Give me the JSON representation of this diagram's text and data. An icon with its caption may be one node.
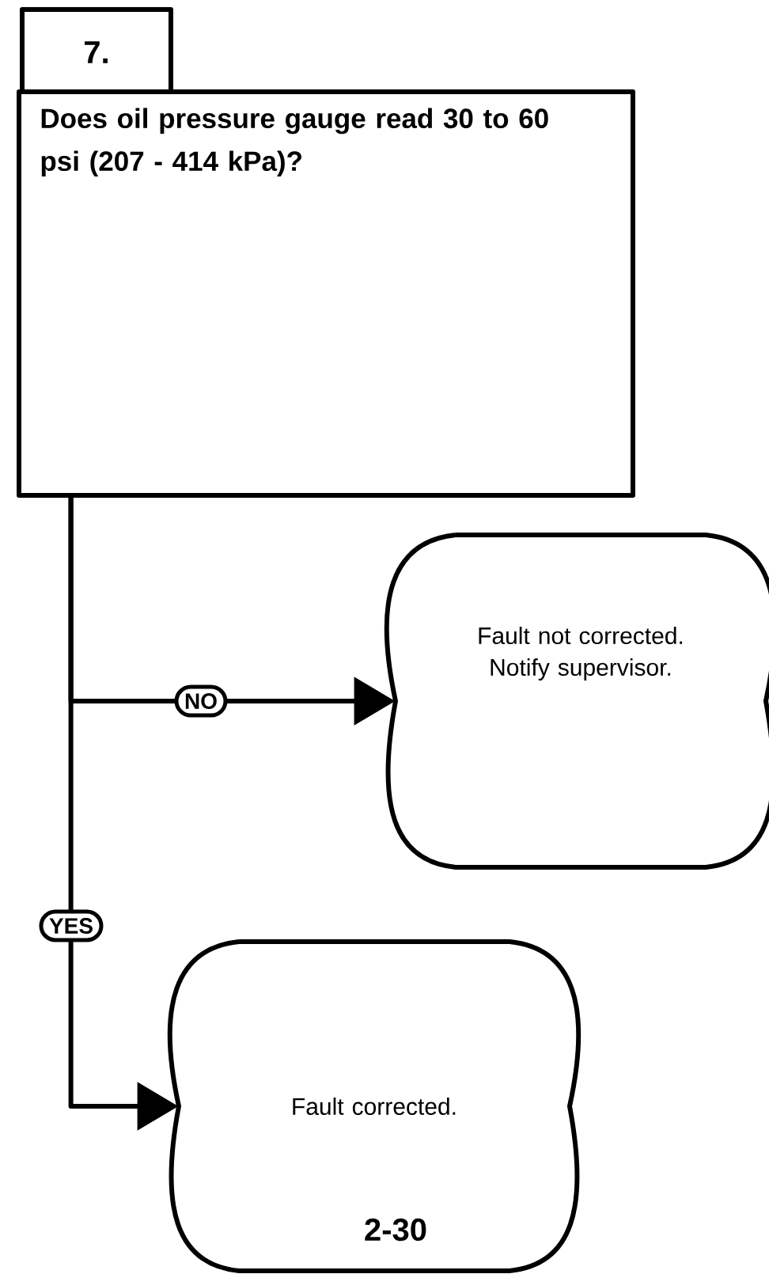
{
  "diagram": {
    "nodes": [
      {
        "text": [
          "7.",
          "Does oil pressure gauge read 30 to 60 psi (207 - 414 kPa)?"
        ]
      },
      {
        "text": [
          "Fault not corrected. Notify supervisor."
        ]
      },
      {
        "text": [
          "Fault corrected."
        ]
      }
    ],
    "edges": [
      {
        "from": 0,
        "to": 1,
        "arrow": "to",
        "label": "NO"
      },
      {
        "from": 0,
        "to": 2,
        "arrow": "to",
        "label": "YES"
      }
    ],
    "labels": [
      "2-30"
    ]
  }
}
